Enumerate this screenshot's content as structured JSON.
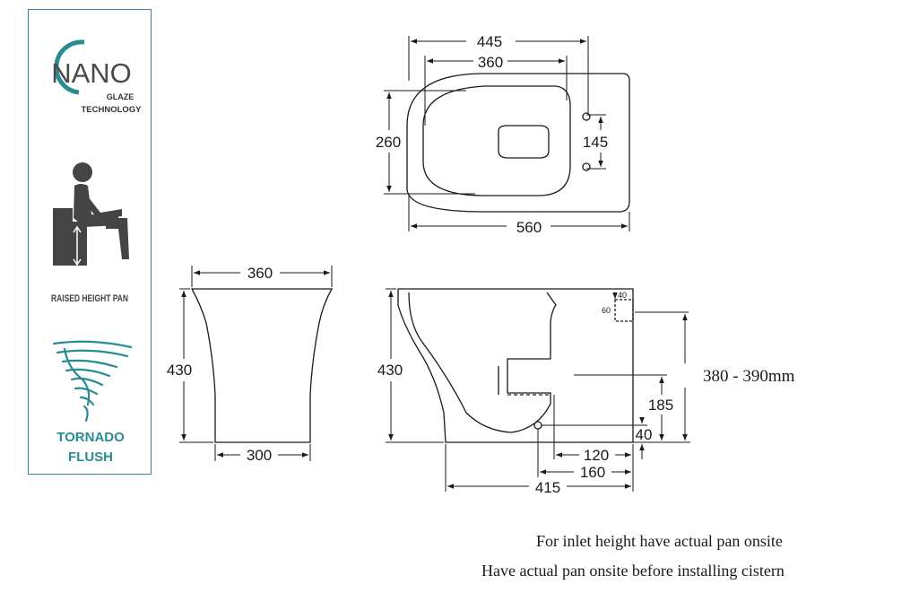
{
  "badges": {
    "nano": {
      "big": "NANO",
      "line1": "GLAZE",
      "line2": "TECHNOLOGY",
      "color": "#2a8c93"
    },
    "raised": {
      "label": "RAISED HEIGHT PAN",
      "color": "#444444"
    },
    "tornado": {
      "line1": "TORNADO",
      "line2": "FLUSH",
      "color": "#2a8c93"
    }
  },
  "top_view": {
    "overall_width": "445",
    "seat_width": "360",
    "depth": "260",
    "hole_spacing": "145",
    "length": "560"
  },
  "front_view": {
    "top_width": "360",
    "height": "430",
    "base_width": "300"
  },
  "side_view": {
    "height": "430",
    "cistern_40": "40",
    "cistern_60": "60",
    "inlet_range": "380 - 390mm",
    "outlet_height": "185",
    "outlet_bottom": "40",
    "dist_120": "120",
    "dist_160": "160",
    "base_length": "415"
  },
  "notes": [
    "For inlet height have actual pan onsite",
    "Have actual pan onsite before installing cistern"
  ]
}
